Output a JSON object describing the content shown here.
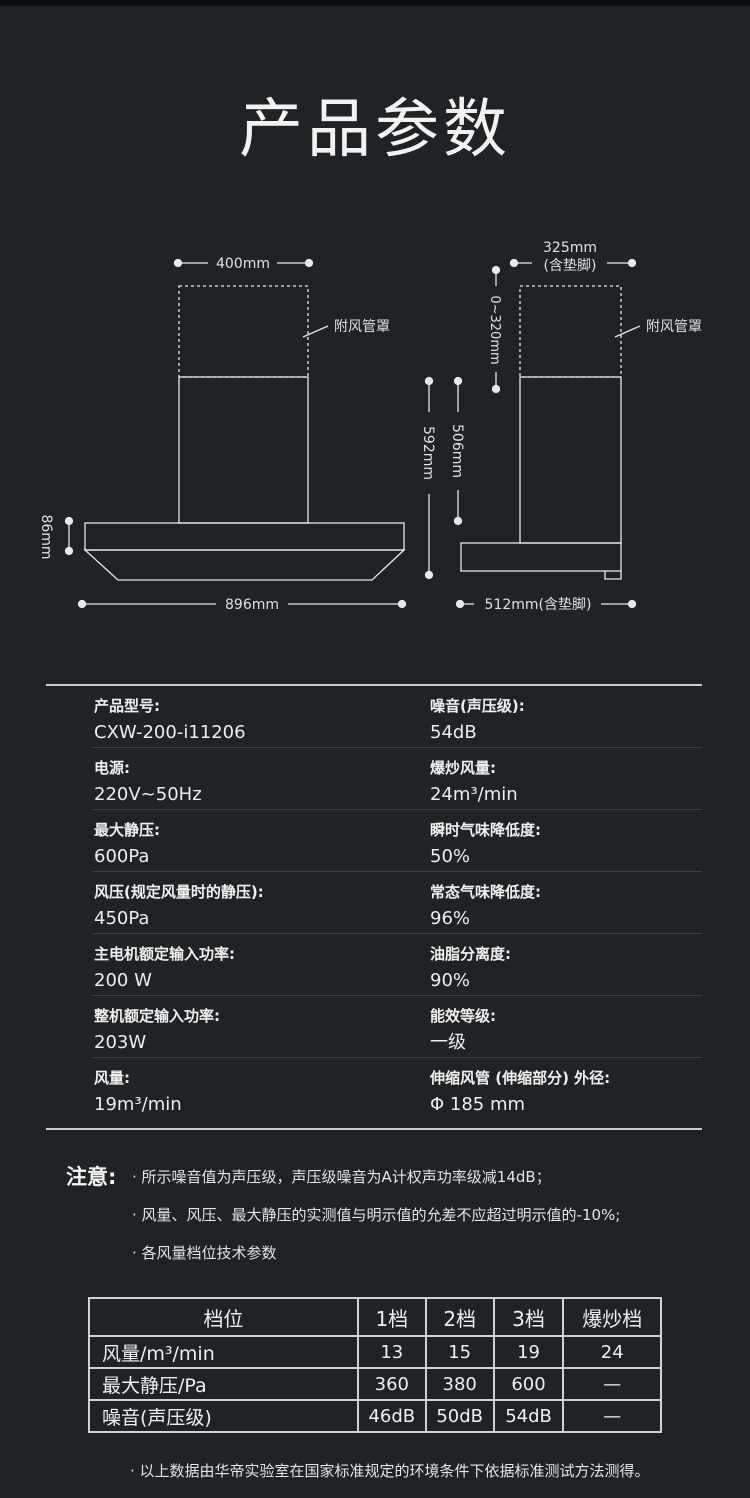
{
  "title": "产品参数",
  "diagram": {
    "front": {
      "width_top": "400mm",
      "duct_label": "附风管罩",
      "height_86": "86mm",
      "width_total": "896mm"
    },
    "side": {
      "width_top": "325mm",
      "width_top_note": "(含垫脚)",
      "duct_range": "0~320mm",
      "duct_label": "附风管罩",
      "height_592": "592mm",
      "height_506": "506mm",
      "depth": "512mm(含垫脚)"
    }
  },
  "specs": {
    "rows": [
      {
        "left_label": "产品型号:",
        "left_value": "CXW-200-i11206",
        "right_label": "噪音(声压级):",
        "right_value": "54dB"
      },
      {
        "left_label": "电源:",
        "left_value": "220V~50Hz",
        "right_label": "爆炒风量:",
        "right_value": "24m³/min"
      },
      {
        "left_label": "最大静压:",
        "left_value": "600Pa",
        "right_label": "瞬时气味降低度:",
        "right_value": "50%"
      },
      {
        "left_label": "风压(规定风量时的静压):",
        "left_value": "450Pa",
        "right_label": "常态气味降低度:",
        "right_value": "96%"
      },
      {
        "left_label": "主电机额定输入功率:",
        "left_value": "200 W",
        "right_label": "油脂分离度:",
        "right_value": "90%"
      },
      {
        "left_label": "整机额定输入功率:",
        "left_value": "203W",
        "right_label": "能效等级:",
        "right_value": "一级"
      },
      {
        "left_label": "风量:",
        "left_value": "19m³/min",
        "right_label": "伸缩风管 (伸缩部分) 外径:",
        "right_value": "Φ 185 mm"
      }
    ]
  },
  "notes": {
    "heading": "注意:",
    "items": [
      "· 所示噪音值为声压级，声压级噪音为A计权声功率级减14dB；",
      "· 风量、风压、最大静压的实测值与明示值的允差不应超过明示值的-10%;",
      "· 各风量档位技术参数"
    ]
  },
  "gear_table": {
    "headers": [
      "档位",
      "1档",
      "2档",
      "3档",
      "爆炒档"
    ],
    "rows": [
      {
        "label": "风量/m³/min",
        "values": [
          "13",
          "15",
          "19",
          "24"
        ]
      },
      {
        "label": "最大静压/Pa",
        "values": [
          "360",
          "380",
          "600",
          "—"
        ]
      },
      {
        "label": "噪音(声压级)",
        "values": [
          "46dB",
          "50dB",
          "54dB",
          "—"
        ]
      }
    ]
  },
  "footnote": "· 以上数据由华帝实验室在国家标准规定的环境条件下依据标准测试方法测得。"
}
